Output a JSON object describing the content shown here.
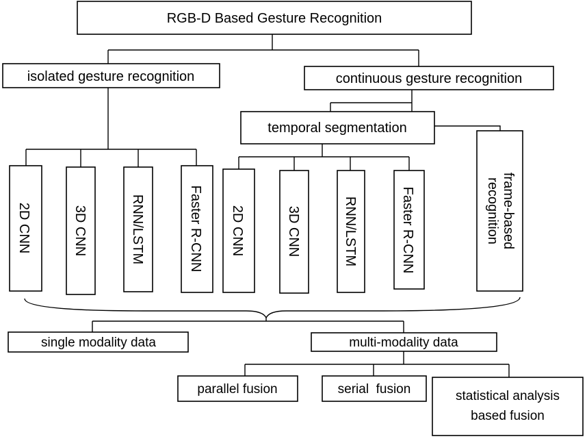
{
  "root": {
    "label": "RGB-D Based Gesture Recognition"
  },
  "isolated": {
    "label": "isolated gesture recognition",
    "methods": [
      "2D CNN",
      "3D CNN",
      "RNN/LSTM",
      "Faster R-CNN"
    ]
  },
  "continuous": {
    "label": "continuous gesture recognition",
    "temporal_segmentation": {
      "label": "temporal segmentation",
      "methods": [
        "2D CNN",
        "3D CNN",
        "RNN/LSTM",
        "Faster R-CNN"
      ]
    },
    "frame_based": {
      "line1": "frame-based",
      "line2": "recognition"
    }
  },
  "data": {
    "single": {
      "label": "single modality data"
    },
    "multi": {
      "label": "multi-modality data",
      "fusions": {
        "parallel": "parallel fusion",
        "serial": "serial  fusion",
        "statistical": {
          "line1": "statistical analysis",
          "line2": "based fusion"
        }
      }
    }
  }
}
